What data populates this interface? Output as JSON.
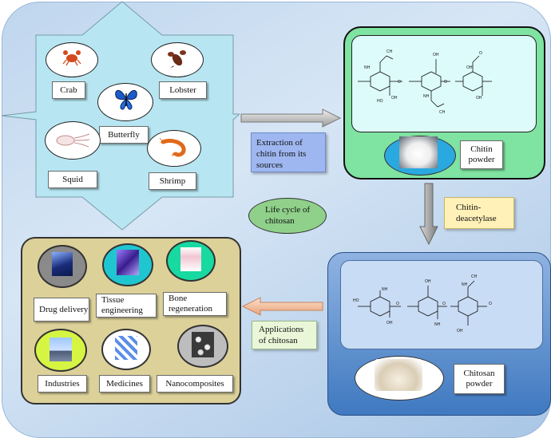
{
  "sources": {
    "crab": "Crab",
    "lobster": "Lobster",
    "butterfly": "Butterfly",
    "squid": "Squid",
    "shrimp": "Shrimp"
  },
  "chitin": {
    "powder_label": "Chitin powder"
  },
  "chitosan": {
    "powder_label": "Chitosan powder"
  },
  "steps": {
    "extraction": "Extraction of chitin from its sources",
    "enzyme": "Chitin-deacetylase",
    "life_cycle": "Life cycle of chitosan",
    "applications": "Applications of chitosan"
  },
  "applications": {
    "drug_delivery": "Drug delivery",
    "tissue_engineering": "Tissue engineering",
    "bone_regeneration": "Bone regeneration",
    "industries": "Industries",
    "medicines": "Medicines",
    "nanocomposites": "Nanocomposites"
  },
  "colors": {
    "star": "#b7e6f2",
    "chitin_panel": "#7fe3a1",
    "chitosan_panel": "#5b8fcf",
    "applications_panel": "#ddd19a",
    "life_cycle_oval": "#8fd08a",
    "enzyme_box": "#fff1b8",
    "extraction_box": "#9fb7f0",
    "applications_box": "#e9f7d8"
  }
}
